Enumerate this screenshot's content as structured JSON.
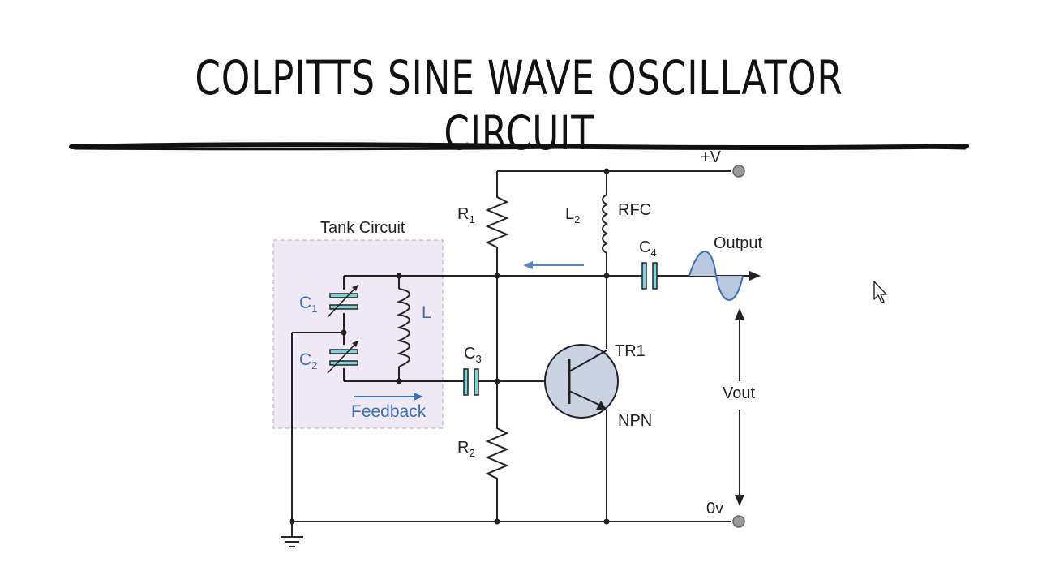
{
  "title": "COLPITTS SINE WAVE OSCILLATOR CIRCUIT",
  "labels": {
    "supply": "+V",
    "ground_rail": "0v",
    "tank": "Tank Circuit",
    "feedback": "Feedback",
    "output": "Output",
    "vout": "Vout",
    "transistor": "TR1",
    "transistor_type": "NPN",
    "rfc": "RFC",
    "inductor": "L",
    "r1": {
      "main": "R",
      "sub": "1"
    },
    "r2": {
      "main": "R",
      "sub": "2"
    },
    "l2": {
      "main": "L",
      "sub": "2"
    },
    "c1": {
      "main": "C",
      "sub": "1"
    },
    "c2": {
      "main": "C",
      "sub": "2"
    },
    "c3": {
      "main": "C",
      "sub": "3"
    },
    "c4": {
      "main": "C",
      "sub": "4"
    }
  },
  "colors": {
    "capacitor_fill": "#7fd3d6",
    "tank_fill": "#efe9f6",
    "transistor_fill": "#c9d3e2",
    "feedback_blue": "#3a6fb0"
  },
  "icons": [
    "mouse-pointer-icon",
    "ground-icon"
  ]
}
